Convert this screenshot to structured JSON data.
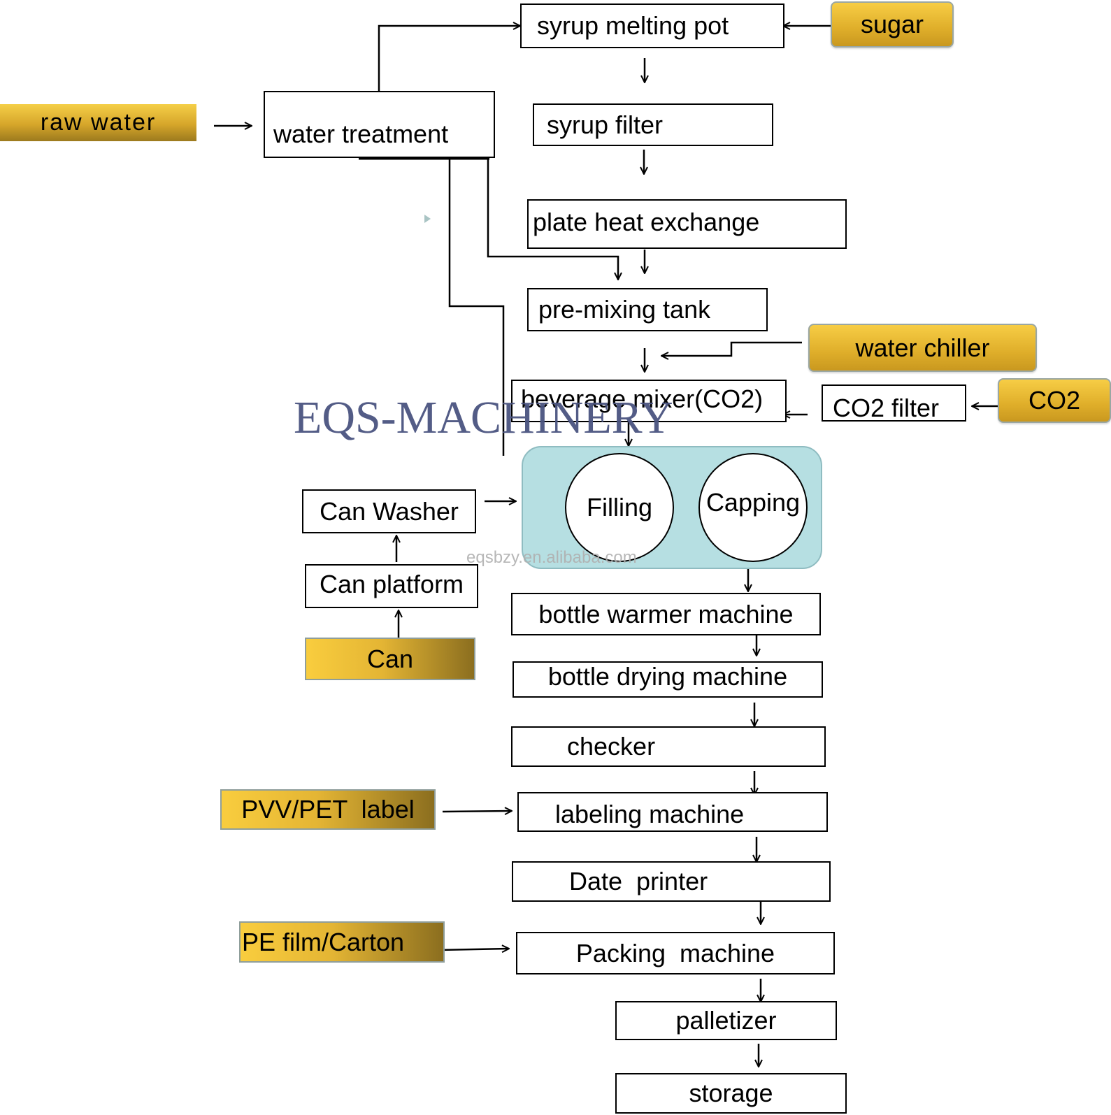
{
  "diagram": {
    "title": "Beverage production process flow",
    "inputs": {
      "raw_water": "raw water",
      "sugar": "sugar",
      "water_chiller": "water chiller",
      "co2": "CO2",
      "can": "Can",
      "pvv_pet_label": "PVV/PET  label",
      "pe_film_carton": "PE film/Carton"
    },
    "steps": {
      "water_treatment": "water treatment",
      "syrup_melting_pot": "syrup melting pot",
      "syrup_filter": "syrup filter",
      "plate_heat_exchange": "plate heat exchange",
      "pre_mixing_tank": "pre-mixing tank",
      "beverage_mixer": "beverage mixer(CO2)",
      "co2_filter": "CO2 filter",
      "can_washer": "Can Washer",
      "can_platform": "Can platform",
      "filling": "Filling",
      "capping": "Capping",
      "bottle_warmer": "bottle warmer machine",
      "bottle_drying": "bottle drying machine",
      "checker": "checker",
      "labeling_machine": "labeling machine",
      "date_printer": "Date  printer",
      "packing_machine": "Packing  machine",
      "palletizer": "palletizer",
      "storage": "storage"
    },
    "edges": [
      {
        "from": "raw_water",
        "to": "water_treatment"
      },
      {
        "from": "water_treatment",
        "to": "syrup_melting_pot"
      },
      {
        "from": "sugar",
        "to": "syrup_melting_pot"
      },
      {
        "from": "syrup_melting_pot",
        "to": "syrup_filter"
      },
      {
        "from": "syrup_filter",
        "to": "plate_heat_exchange"
      },
      {
        "from": "plate_heat_exchange",
        "to": "pre_mixing_tank"
      },
      {
        "from": "water_treatment",
        "to": "pre_mixing_tank"
      },
      {
        "from": "water_treatment",
        "to": "filling_capping"
      },
      {
        "from": "pre_mixing_tank",
        "to": "beverage_mixer"
      },
      {
        "from": "water_chiller",
        "to": "beverage_mixer"
      },
      {
        "from": "co2",
        "to": "co2_filter"
      },
      {
        "from": "co2_filter",
        "to": "beverage_mixer"
      },
      {
        "from": "beverage_mixer",
        "to": "filling_capping"
      },
      {
        "from": "can",
        "to": "can_platform"
      },
      {
        "from": "can_platform",
        "to": "can_washer"
      },
      {
        "from": "can_washer",
        "to": "filling_capping"
      },
      {
        "from": "filling_capping",
        "to": "bottle_warmer"
      },
      {
        "from": "bottle_warmer",
        "to": "bottle_drying"
      },
      {
        "from": "bottle_drying",
        "to": "checker"
      },
      {
        "from": "checker",
        "to": "labeling_machine"
      },
      {
        "from": "pvv_pet_label",
        "to": "labeling_machine"
      },
      {
        "from": "labeling_machine",
        "to": "date_printer"
      },
      {
        "from": "date_printer",
        "to": "packing_machine"
      },
      {
        "from": "pe_film_carton",
        "to": "packing_machine"
      },
      {
        "from": "packing_machine",
        "to": "palletizer"
      },
      {
        "from": "palletizer",
        "to": "storage"
      }
    ],
    "colors": {
      "input_gold": "#e8b531",
      "filling_panel": "#b6dfe2",
      "line": "#000000",
      "watermark": "#4a5480"
    }
  },
  "watermarks": {
    "brand": "EQS-MACHINERY",
    "site": "eqsbzy.en.alibaba.com"
  }
}
